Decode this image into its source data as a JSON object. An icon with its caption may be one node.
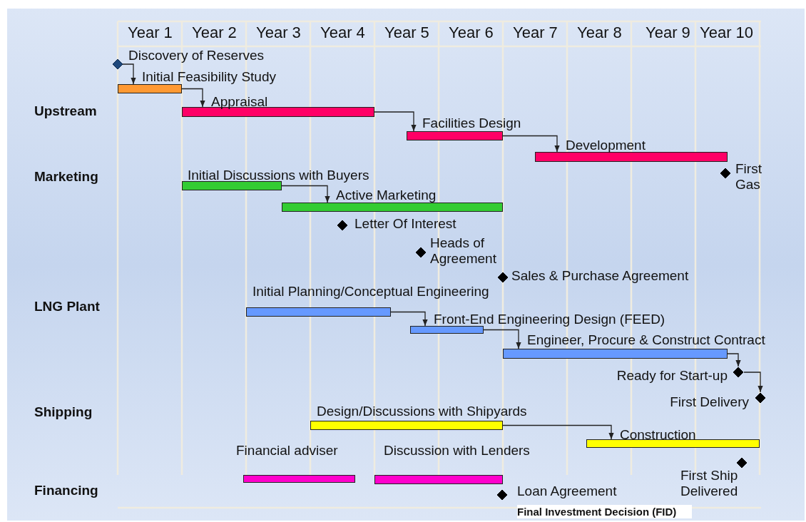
{
  "diagram": {
    "nodes": [
      {
        "text": [],
        "shape": "diamond",
        "beside": [
          "Discovery of Reserves"
        ]
      },
      {
        "text": [
          "Initial Feasibility Study"
        ]
      },
      {
        "text": [
          "Appraisal"
        ]
      },
      {
        "text": [
          "Facilities Design"
        ]
      },
      {
        "text": [
          "Development"
        ]
      },
      {
        "text": [],
        "shape": "diamond",
        "beside": [
          "First Gas"
        ]
      },
      {
        "text": [
          "Initial Discussions with Buyers"
        ]
      },
      {
        "text": [
          "Active Marketing"
        ]
      },
      {
        "text": [],
        "shape": "diamond",
        "beside": [
          "Letter Of Interest"
        ]
      },
      {
        "text": [],
        "shape": "diamond",
        "beside": [
          "Heads of Agreement"
        ]
      },
      {
        "text": [],
        "shape": "diamond",
        "beside": [
          "Sales & Purchase Agreement"
        ]
      },
      {
        "text": [
          "Initial Planning/Conceptual Engineering"
        ]
      },
      {
        "text": [
          "Front-End Engineering Design (FEED)"
        ]
      },
      {
        "text": [
          "Engineer, Procure & Construct Contract"
        ]
      },
      {
        "text": [],
        "shape": "diamond",
        "beside": [
          "Ready for Start-up"
        ]
      },
      {
        "text": [],
        "shape": "diamond",
        "beside": [
          "First Delivery"
        ]
      },
      {
        "text": [
          "Design/Discussions with Shipyards"
        ]
      },
      {
        "text": [
          "Construction"
        ]
      },
      {
        "text": [],
        "shape": "diamond",
        "beside": [
          "First Ship Delivered"
        ]
      },
      {
        "text": [
          "Financial adviser"
        ]
      },
      {
        "text": [
          "Discussion with Lenders"
        ]
      },
      {
        "text": [],
        "shape": "diamond",
        "beside": [
          "Loan Agreement"
        ]
      }
    ],
    "edges": [
      {
        "from": 0,
        "to": 1,
        "arrow": "to"
      },
      {
        "from": 1,
        "to": 2,
        "arrow": "to"
      },
      {
        "from": 2,
        "to": 3,
        "arrow": "to"
      },
      {
        "from": 3,
        "to": 4,
        "arrow": "to"
      },
      {
        "from": 6,
        "to": 7,
        "arrow": "to"
      },
      {
        "from": 11,
        "to": 12,
        "arrow": "to"
      },
      {
        "from": 12,
        "to": 13,
        "arrow": "to"
      },
      {
        "from": 13,
        "to": 14,
        "arrow": "to"
      },
      {
        "from": 14,
        "to": 15,
        "arrow": "to"
      },
      {
        "from": 16,
        "to": 17,
        "arrow": "to"
      }
    ],
    "labels": [
      "Year 1",
      "Year 2",
      "Year 3",
      "Year 4",
      "Year 5",
      "Year 6",
      "Year 7",
      "Year 8",
      "Year 9",
      "Year 10",
      "Upstream",
      "Marketing",
      "LNG Plant",
      "Shipping",
      "Financing",
      "Final Investment Decision (FID)"
    ]
  }
}
